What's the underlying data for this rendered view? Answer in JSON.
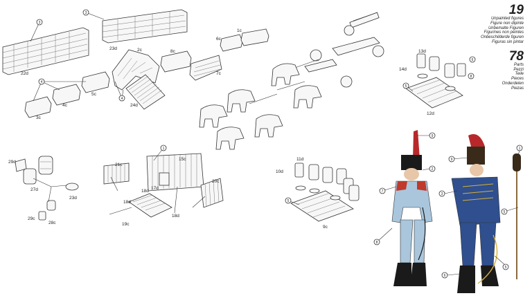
{
  "info": {
    "figures_count": "19",
    "figures_lines": [
      "Unpainted figures",
      "Figure non dipinte",
      "Unbemalte Figuren",
      "Figurines non peintes",
      "Onbeschilderde figuren",
      "Figuras sin pintar"
    ],
    "parts_count": "78",
    "parts_lines": [
      "Parts",
      "Pezzi",
      "Teile",
      "Pieces",
      "Onderdelen",
      "Piezas"
    ]
  },
  "part_labels": [
    "22d",
    "23d",
    "1c",
    "6c",
    "7c",
    "2c",
    "8c",
    "3c",
    "4c",
    "5c",
    "24d",
    "13d",
    "14d",
    "12d",
    "29d",
    "27d",
    "23d",
    "29c",
    "28c",
    "21c",
    "15c",
    "18d",
    "17d",
    "18d",
    "20c",
    "19c",
    "18d",
    "10d",
    "11d",
    "9c"
  ],
  "callouts": [
    "3",
    "3",
    "4",
    "4",
    "5",
    "6",
    "8",
    "5",
    "9",
    "7",
    "2",
    "1",
    "8",
    "9",
    "3",
    "1",
    "5",
    "6",
    "5"
  ],
  "colors": {
    "uniform_light_blue": "#a9c6dc",
    "uniform_dark_blue": "#2f4f8e",
    "facings_red": "#c0392b",
    "plume_red": "#b8282a",
    "trim_yellow": "#d8b13a",
    "boot_black": "#1a1a1a"
  }
}
